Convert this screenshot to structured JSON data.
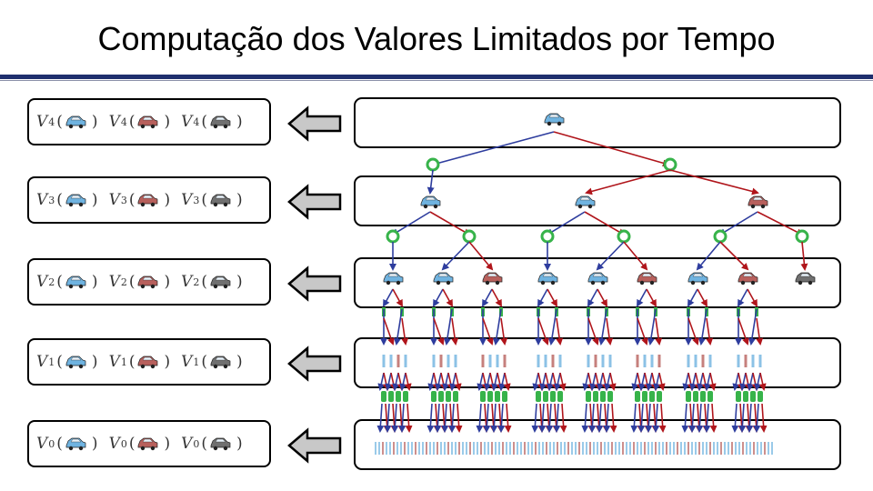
{
  "title": "Computação dos Valores Limitados por Tempo",
  "colors": {
    "blue": "#2e3d9e",
    "red": "#b0151b",
    "green": "#37b34a",
    "title_rule": "#1f2f6e",
    "car_blue": "#6fb3e0",
    "car_red": "#b8605c",
    "car_gray": "#707070"
  },
  "value_rows": [
    {
      "symbol": "V",
      "index": "4",
      "cars": [
        "car-blue-icon",
        "car-red-icon",
        "car-gray-icon"
      ]
    },
    {
      "symbol": "V",
      "index": "3",
      "cars": [
        "car-blue-icon",
        "car-red-icon",
        "car-gray-icon"
      ]
    },
    {
      "symbol": "V",
      "index": "2",
      "cars": [
        "car-blue-icon",
        "car-red-icon",
        "car-gray-icon"
      ]
    },
    {
      "symbol": "V",
      "index": "1",
      "cars": [
        "car-blue-icon",
        "car-red-icon",
        "car-gray-icon"
      ]
    },
    {
      "symbol": "V",
      "index": "0",
      "cars": [
        "car-blue-icon",
        "car-red-icon",
        "car-gray-icon"
      ]
    }
  ]
}
